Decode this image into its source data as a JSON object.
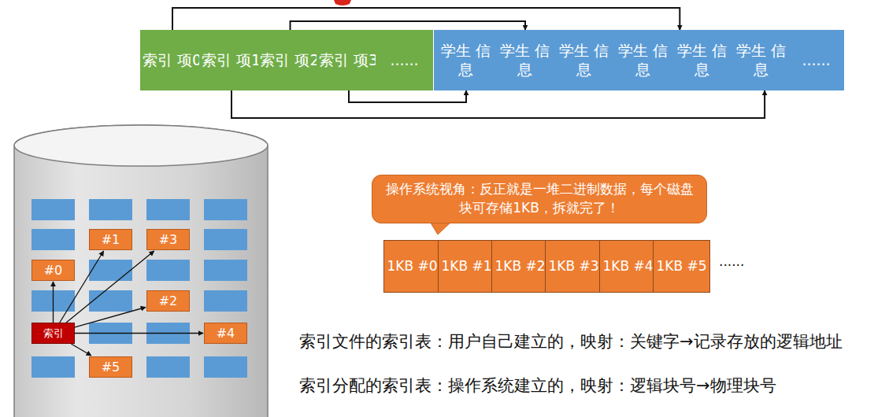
{
  "diagram": {
    "nodes": [
      {
        "text": [
          "索引 项0"
        ]
      },
      {
        "text": [
          "索引 项1"
        ]
      },
      {
        "text": [
          "索引 项2"
        ]
      },
      {
        "text": [
          "索引 项3"
        ]
      },
      {
        "text": [
          "......"
        ]
      },
      {
        "text": [
          "学生 信息"
        ]
      },
      {
        "text": [
          "学生 信息"
        ]
      },
      {
        "text": [
          "学生 信息"
        ]
      },
      {
        "text": [
          "学生 信息"
        ]
      },
      {
        "text": [
          "学生 信息"
        ]
      },
      {
        "text": [
          "学生 信息"
        ]
      },
      {
        "text": [
          "......"
        ]
      },
      {
        "text": [
          "#1"
        ]
      },
      {
        "text": [
          "#3"
        ]
      },
      {
        "text": [
          "#0"
        ]
      },
      {
        "text": [
          "#2"
        ]
      },
      {
        "text": [
          "索引"
        ]
      },
      {
        "text": [
          "#4"
        ]
      },
      {
        "text": [
          "#5"
        ]
      },
      {
        "text": [
          "操作系统视角：反正就是一堆二进制数据，每个磁盘块可存储1KB，拆就完了！"
        ]
      },
      {
        "text": [
          "1KB #0"
        ]
      },
      {
        "text": [
          "1KB #1"
        ]
      },
      {
        "text": [
          "1KB #2"
        ]
      },
      {
        "text": [
          "1KB #3"
        ]
      },
      {
        "text": [
          "1KB #4"
        ]
      },
      {
        "text": [
          "1KB #5"
        ]
      }
    ],
    "edges": [
      {
        "from": 0,
        "to": 9,
        "arrow": "to"
      },
      {
        "from": 2,
        "to": 6,
        "arrow": "to"
      },
      {
        "from": 3,
        "to": 5,
        "arrow": "to"
      },
      {
        "from": 1,
        "to": 10,
        "arrow": "to"
      },
      {
        "from": 16,
        "to": 14,
        "arrow": "to"
      },
      {
        "from": 16,
        "to": 12,
        "arrow": "to"
      },
      {
        "from": 16,
        "to": 13,
        "arrow": "to"
      },
      {
        "from": 16,
        "to": 15,
        "arrow": "to"
      },
      {
        "from": 16,
        "to": 17,
        "arrow": "to"
      },
      {
        "from": 16,
        "to": 18,
        "arrow": "to"
      }
    ],
    "labels": [
      "......",
      "索引文件的索引表：用户自己建立的，映射：关键字→记录存放的逻辑地址",
      "索引分配的索引表：操作系统建立的，映射：逻辑块号→物理块号"
    ]
  }
}
